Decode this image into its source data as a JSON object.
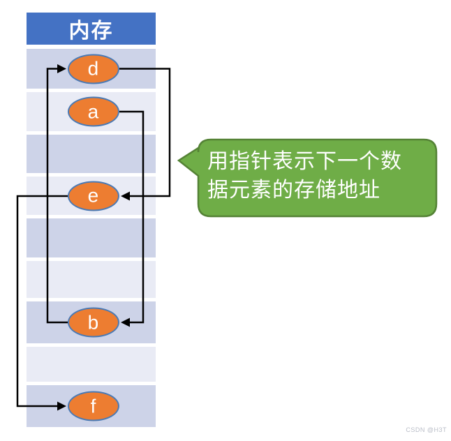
{
  "table": {
    "title": "内存",
    "rows": [
      {
        "node": "d"
      },
      {
        "node": "a"
      },
      {
        "node": null
      },
      {
        "node": "e"
      },
      {
        "node": null
      },
      {
        "node": null
      },
      {
        "node": "b"
      },
      {
        "node": null
      },
      {
        "node": "f"
      }
    ]
  },
  "edges": [
    {
      "from": "d",
      "to": "e"
    },
    {
      "from": "a",
      "to": "b"
    },
    {
      "from": "b",
      "to": "d"
    },
    {
      "from": "e",
      "to": "f"
    }
  ],
  "callout": {
    "text": "用指针表示下一个数据元素的存储地址",
    "lines": [
      "用指针表示下一个数",
      "据元素的存储地址"
    ]
  },
  "watermark": "CSDN @H3T",
  "colors": {
    "header_bg": "#4472C4",
    "row_dark": "#CDD3E8",
    "row_light": "#E9EBF5",
    "node_fill": "#ED7D31",
    "node_border": "#4A7AB5",
    "connector": "#000000",
    "callout_bg": "#6FAD47",
    "callout_border": "#548235",
    "callout_text": "#FFFFFF"
  }
}
